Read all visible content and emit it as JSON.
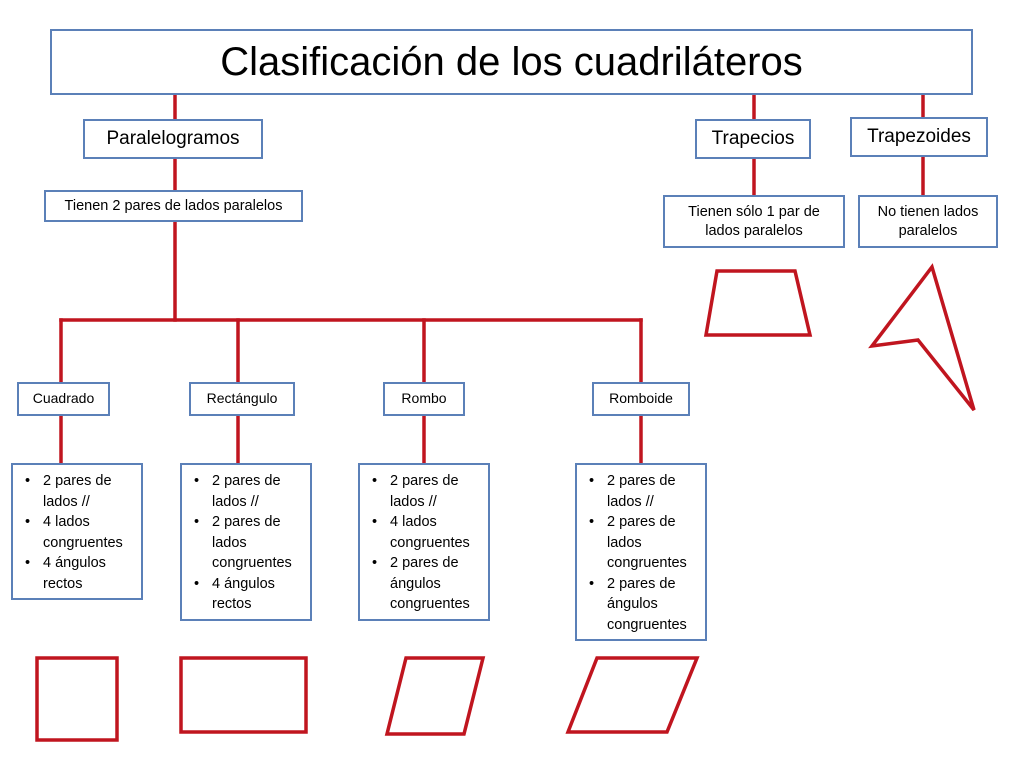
{
  "title": "Clasificación de los cuadriláteros",
  "colors": {
    "connector": "#c0151f",
    "box_border": "#5b80b8",
    "shape_stroke": "#c0151f"
  },
  "categories": {
    "paralelogramos": {
      "label": "Paralelogramos",
      "description": "Tienen 2 pares de lados paralelos"
    },
    "trapecios": {
      "label": "Trapecios",
      "description": "Tienen sólo 1 par de lados paralelos",
      "shape": "trapezoid"
    },
    "trapezoides": {
      "label": "Trapezoides",
      "description": "No tienen lados paralelos",
      "shape": "irregular-quadrilateral"
    }
  },
  "types": [
    {
      "name": "Cuadrado",
      "properties": [
        "2 pares de lados //",
        "4 lados congruentes",
        "4 ángulos rectos"
      ],
      "shape": "square"
    },
    {
      "name": "Rectángulo",
      "properties": [
        "2 pares de lados //",
        "2  pares de lados congruentes",
        "4 ángulos rectos"
      ],
      "shape": "rectangle"
    },
    {
      "name": "Rombo",
      "properties": [
        "2 pares de lados //",
        "4 lados congruentes",
        "2 pares de ángulos congruentes"
      ],
      "shape": "rhombus"
    },
    {
      "name": "Romboide",
      "properties": [
        "2 pares de lados //",
        "2 pares de lados congruentes",
        "2 pares de ángulos congruentes"
      ],
      "shape": "rhomboid"
    }
  ]
}
